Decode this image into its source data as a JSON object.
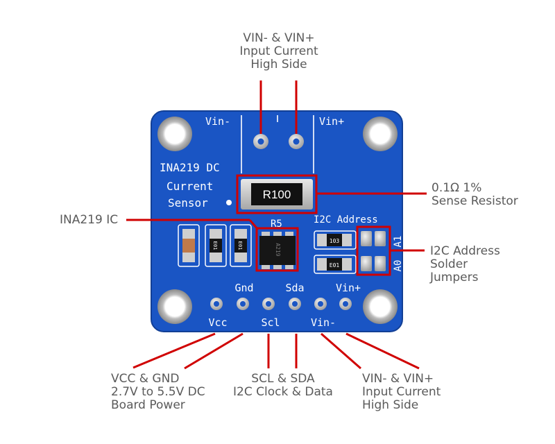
{
  "callouts": {
    "vin_top": "VIN- & VIN+\nInput Current\nHigh Side",
    "sense_resistor": "0.1Ω 1%\nSense Resistor",
    "ina219_ic": "INA219 IC",
    "i2c_jumpers": "I2C Address\nSolder\nJumpers",
    "vcc_gnd": "VCC & GND\n2.7V to 5.5V DC\nBoard Power",
    "scl_sda": "SCL & SDA\nI2C Clock & Data",
    "vin_bottom": "VIN- & VIN+\nInput Current\nHigh Side"
  },
  "board": {
    "title_line1": "INA219 DC",
    "title_line2": "Current",
    "title_line3": "Sensor",
    "label_vin_minus_top": "Vin-",
    "label_vin_plus_top": "Vin+",
    "resistor_marking": "R100",
    "label_r5": "R5",
    "ic_marking": "A219",
    "label_i2c_address": "I2C Address",
    "label_a1": "A1",
    "label_a0": "A0",
    "smd_103": "103",
    "smd_e01_a": "E01",
    "smd_e01_b": "E01",
    "smd_e01_c": "E01",
    "pin_gnd": "Gnd",
    "pin_sda": "Sda",
    "pin_vin_plus": "Vin+",
    "pin_vcc": "Vcc",
    "pin_scl": "Scl",
    "pin_vin_minus": "Vin-"
  },
  "colors": {
    "pcb": "#1a55c4",
    "pcb_edge": "#123f95",
    "silkscreen": "#ffffff",
    "pad": "#c9c9c9",
    "callout_line": "#d00000",
    "callout_text": "#5a5a5a"
  }
}
